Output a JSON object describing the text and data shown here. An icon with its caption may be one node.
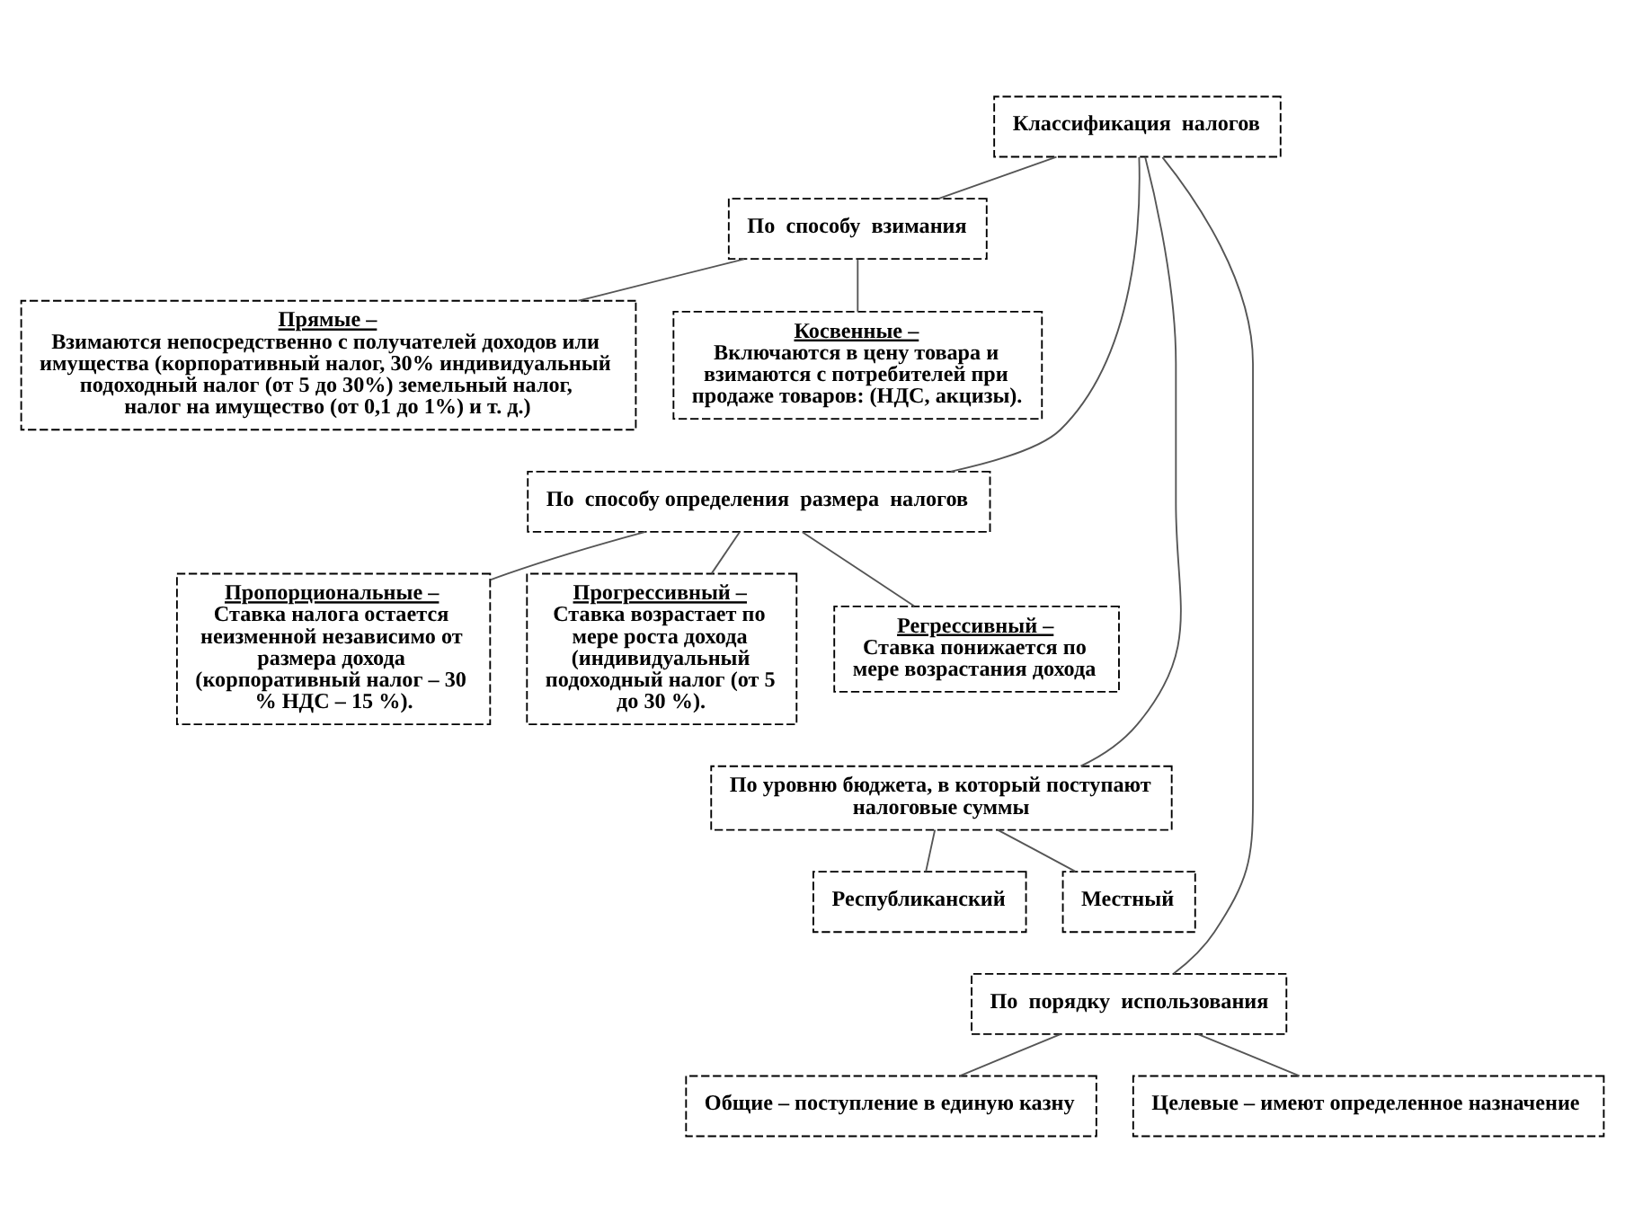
{
  "diagram": {
    "nodes": [
      {
        "text": [
          "Классификация  налогов"
        ]
      },
      {
        "text": [
          "По  способу  взимания"
        ]
      },
      {
        "text": [
          "Прямые –",
          "Взимаются непосредственно с получателей доходов или имущества (корпоративный налог, 30% индивидуальный подоходный налог (от 5 до 30%) земельный налог, налог на имущество (от 0,1 до 1%) и т. д.)"
        ]
      },
      {
        "text": [
          "Косвенные –",
          "Включаются в цену товара и взимаются с потребителей при продаже товаров: (НДС, акцизы)."
        ]
      },
      {
        "text": [
          "По  способу определения  размера  налогов"
        ]
      },
      {
        "text": [
          "Пропорциональные –",
          "Ставка налога остается неизменной независимо от размера дохода (корпоративный налог – 30 % НДС – 15 %)."
        ]
      },
      {
        "text": [
          "Прогрессивный –",
          "Ставка возрастает по мере роста дохода (индивидуальный подоходный налог (от 5 до 30 %)."
        ]
      },
      {
        "text": [
          "Регрессивный –",
          "Ставка понижается по мере возрастания дохода"
        ]
      },
      {
        "text": [
          "По уровню бюджета, в который поступают налоговые суммы"
        ]
      },
      {
        "text": [
          "Республиканский"
        ]
      },
      {
        "text": [
          "Местный"
        ]
      },
      {
        "text": [
          "По  порядку  использования"
        ]
      },
      {
        "text": [
          "Общие – поступление в единую казну"
        ]
      },
      {
        "text": [
          "Целевые – имеют определенное назначение"
        ]
      }
    ],
    "edges": [
      {
        "from": 0,
        "to": 1,
        "arrow": "none"
      },
      {
        "from": 0,
        "to": 4,
        "arrow": "none"
      },
      {
        "from": 0,
        "to": 8,
        "arrow": "none"
      },
      {
        "from": 0,
        "to": 11,
        "arrow": "none"
      },
      {
        "from": 1,
        "to": 2,
        "arrow": "none"
      },
      {
        "from": 1,
        "to": 3,
        "arrow": "none"
      },
      {
        "from": 4,
        "to": 5,
        "arrow": "none"
      },
      {
        "from": 4,
        "to": 6,
        "arrow": "none"
      },
      {
        "from": 4,
        "to": 7,
        "arrow": "none"
      },
      {
        "from": 8,
        "to": 9,
        "arrow": "none"
      },
      {
        "from": 8,
        "to": 10,
        "arrow": "none"
      },
      {
        "from": 11,
        "to": 12,
        "arrow": "none"
      },
      {
        "from": 11,
        "to": 13,
        "arrow": "none"
      }
    ]
  }
}
